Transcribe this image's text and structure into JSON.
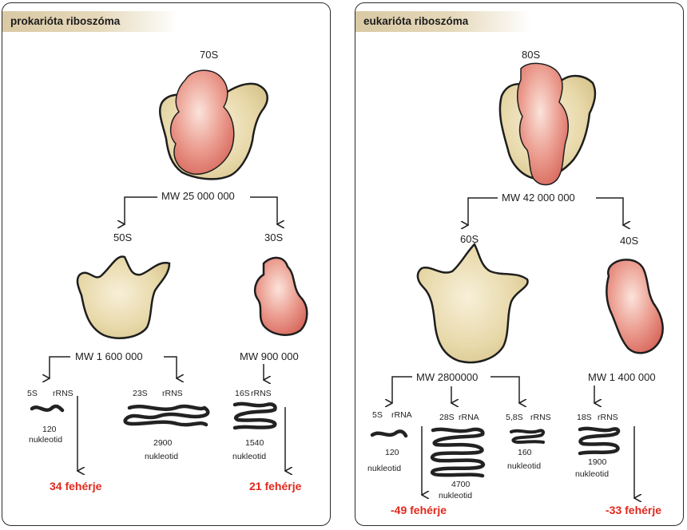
{
  "prokaryote": {
    "title": "prokarióta riboszóma",
    "whole": "70S",
    "whole_mw": "MW 25 000 000",
    "large": "50S",
    "small": "30S",
    "large_mw": "MW 1 600 000",
    "small_mw": "MW 900 000",
    "rrna": [
      {
        "name": "5S",
        "suffix": "rRNS",
        "count": "120",
        "unit": "nukleotid"
      },
      {
        "name": "23S",
        "suffix": "rRNS",
        "count": "2900",
        "unit": "nukleotid"
      },
      {
        "name": "16S",
        "suffix": "rRNS",
        "count": "1540",
        "unit": "nukleotid"
      }
    ],
    "large_proteins": "34 fehérje",
    "small_proteins": "21 fehérje"
  },
  "eukaryote": {
    "title": "eukarióta riboszóma",
    "whole": "80S",
    "whole_mw": "MW 42 000 000",
    "large": "60S",
    "small": "40S",
    "large_mw": "MW 2800000",
    "small_mw": "MW 1 400 000",
    "rrna": [
      {
        "name": "5S",
        "suffix": "rRNA",
        "count": "120",
        "unit": "nukleotid"
      },
      {
        "name": "28S",
        "suffix": "rRNA",
        "count": "4700",
        "unit": "nukleotid"
      },
      {
        "name": "5,8S",
        "suffix": "rRNS",
        "count": "160",
        "unit": "nukleotid"
      },
      {
        "name": "18S",
        "suffix": "rRNS",
        "count": "1900",
        "unit": "nukleotid"
      }
    ],
    "large_proteins": "-49 fehérje",
    "small_proteins": "-33 fehérje"
  },
  "colors": {
    "large_subunit": "#e6d6a6",
    "small_subunit": "#e88e84",
    "protein_text": "#e1281d",
    "title_band": "#d9c9a4"
  }
}
